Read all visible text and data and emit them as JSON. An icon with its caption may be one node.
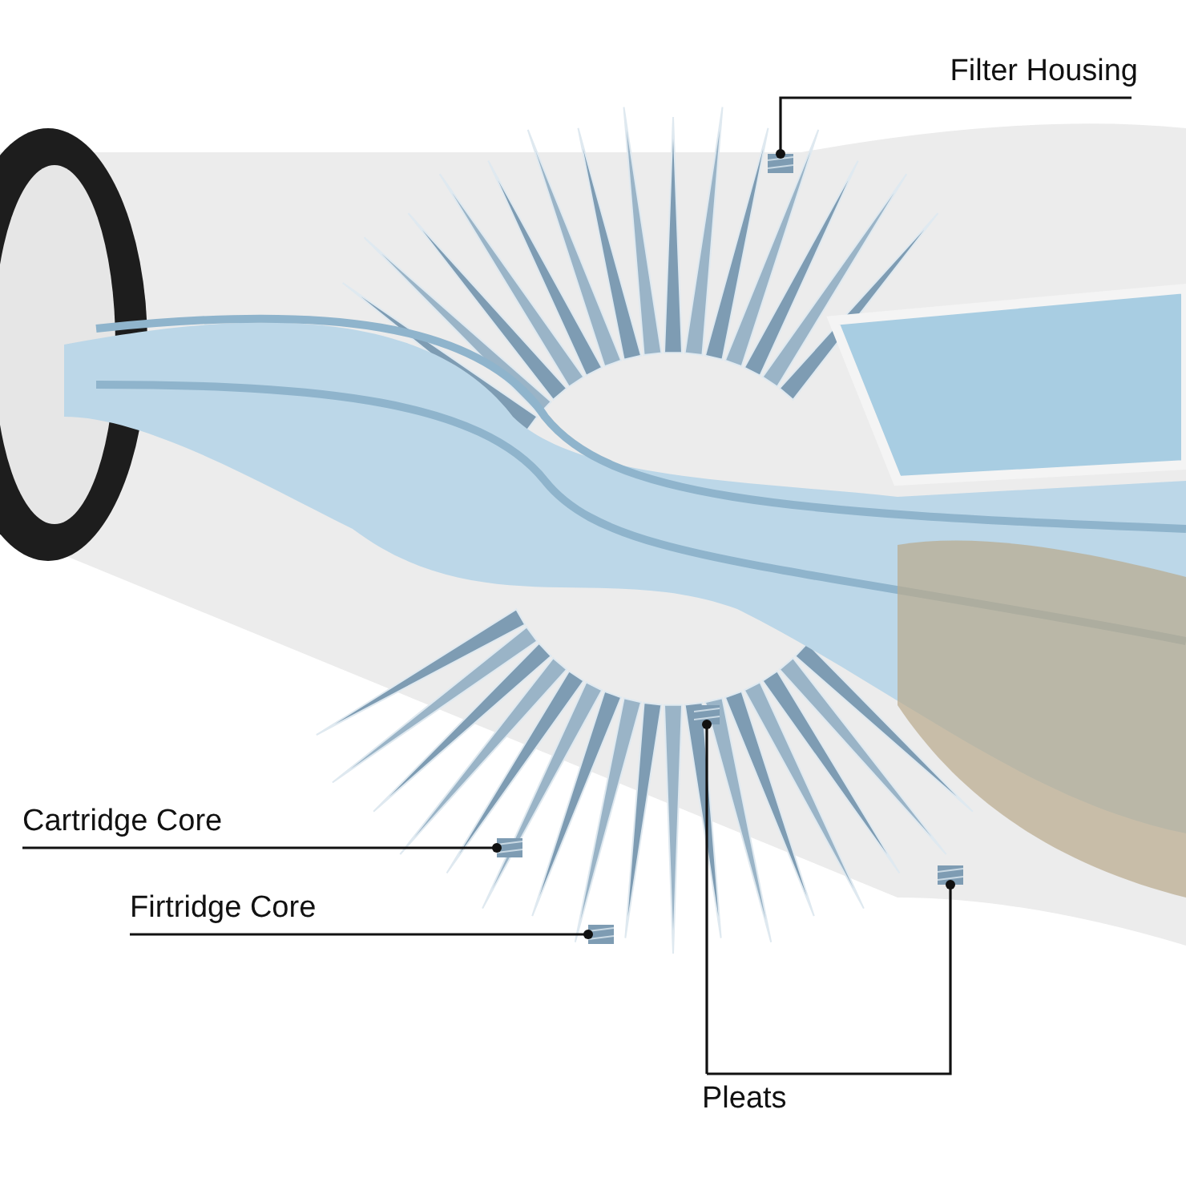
{
  "diagram": {
    "nodes": [
      {
        "text": [
          "Filter Housing"
        ]
      },
      {
        "text": [
          "Cartridge Core"
        ]
      },
      {
        "text": [
          "Firtridge Core"
        ]
      },
      {
        "text": [
          "Pleats"
        ]
      },
      {
        "text": [],
        "shape": "picture"
      },
      {
        "text": [],
        "shape": "picture"
      },
      {
        "text": [],
        "shape": "picture"
      },
      {
        "text": [],
        "shape": "picture"
      },
      {
        "text": [],
        "shape": "picture"
      }
    ],
    "edges": [
      {
        "from": 0,
        "to": 4,
        "arrow": "other"
      },
      {
        "from": 1,
        "to": 5,
        "arrow": "other"
      },
      {
        "from": 2,
        "to": 6,
        "arrow": "other"
      },
      {
        "from": 3,
        "to": 7,
        "arrow": "other"
      },
      {
        "from": 3,
        "to": 8,
        "arrow": "other"
      }
    ]
  }
}
